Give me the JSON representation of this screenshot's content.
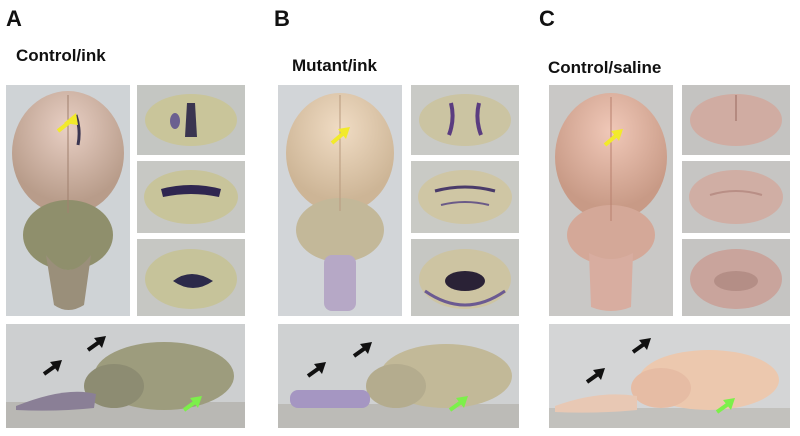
{
  "panels": [
    {
      "letter": "A",
      "title": "Control/ink"
    },
    {
      "letter": "B",
      "title": "Mutant/ink"
    },
    {
      "letter": "C",
      "title": "Control/saline"
    }
  ],
  "colors": {
    "yellow_arrow": "#f2ea2a",
    "green_arrow": "#7cf04a",
    "black_arrow": "#111111",
    "ink_stain": "#2b1d5a"
  }
}
